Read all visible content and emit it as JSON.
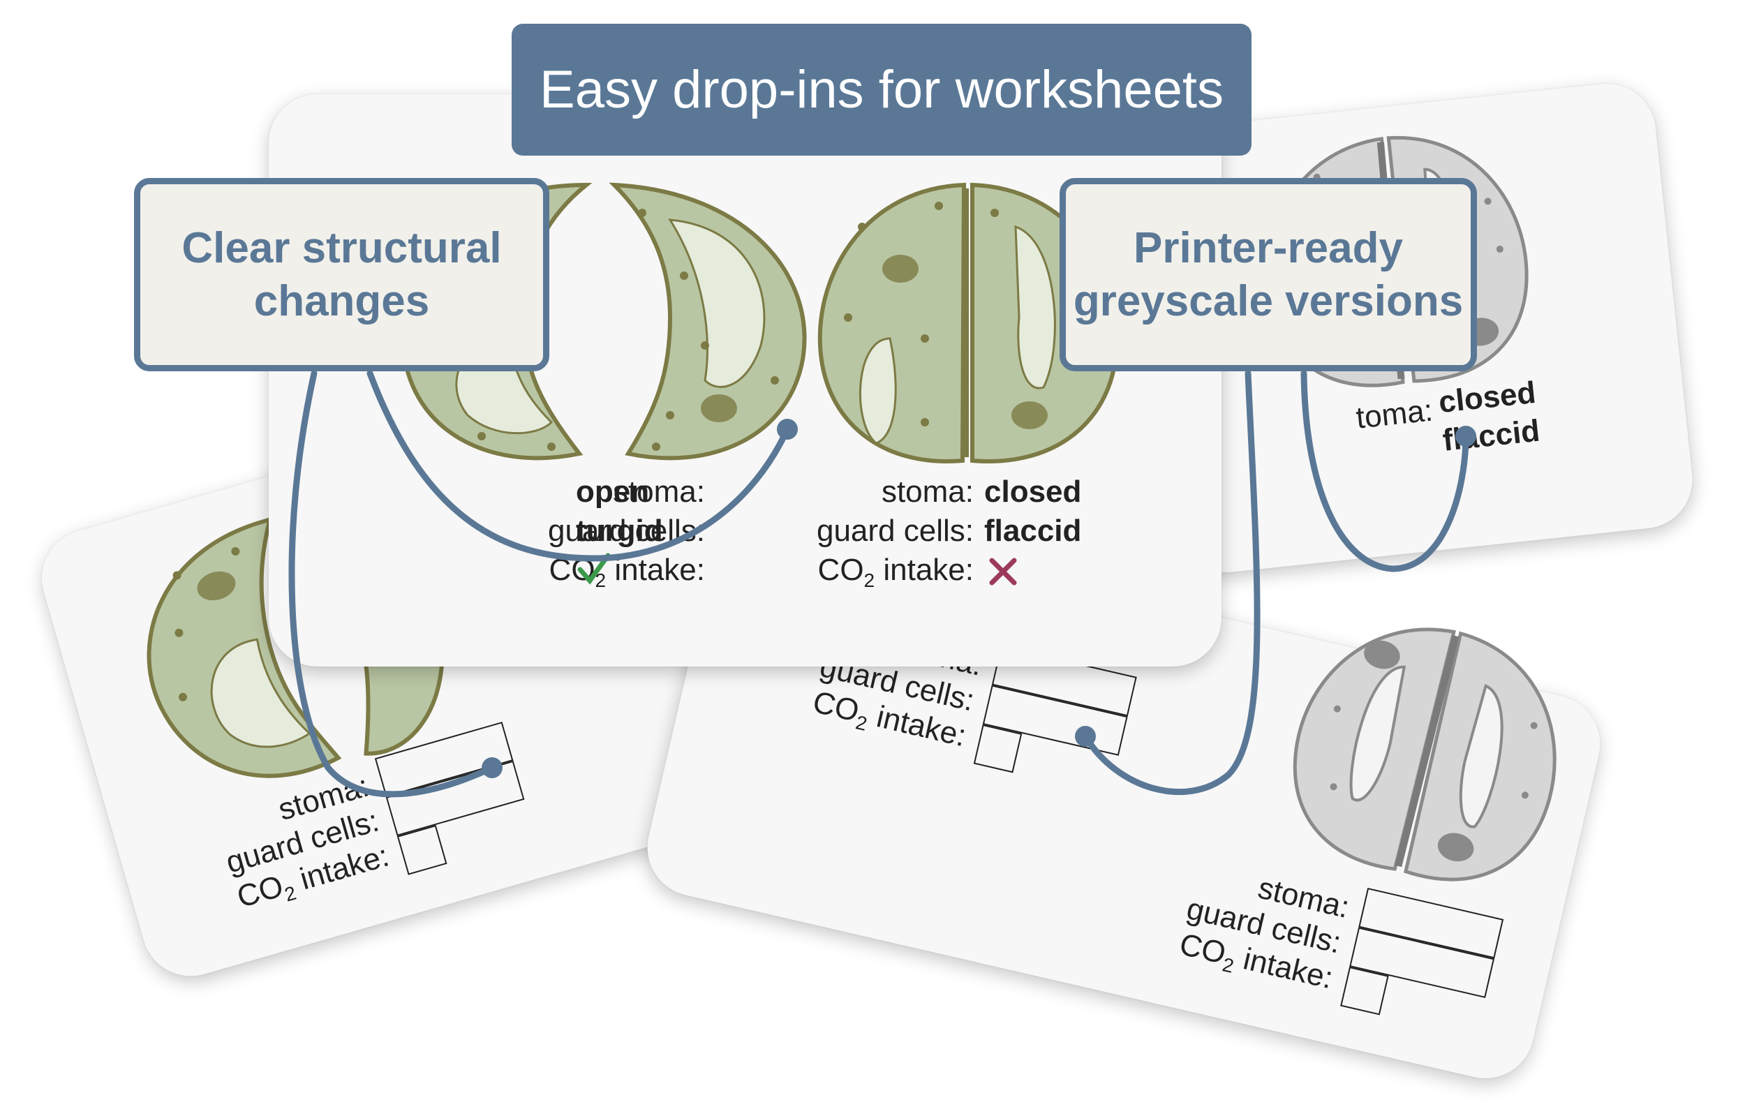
{
  "banner": {
    "title": "Easy drop-ins for worksheets"
  },
  "callouts": {
    "structural": "Clear structural changes",
    "greyscale": "Printer-ready greyscale versions"
  },
  "main_card": {
    "open_stoma": {
      "labels": {
        "stoma": "stoma:",
        "guard_cells": "guard cells:",
        "co2_prefix": "CO",
        "co2_sub": "2",
        "co2_suffix": " intake:"
      },
      "values": {
        "stoma": "open",
        "guard_cells": "turgid",
        "co2_icon": "check-icon"
      }
    },
    "closed_stoma": {
      "labels": {
        "stoma": "stoma:",
        "guard_cells": "guard cells:",
        "co2_prefix": "CO",
        "co2_sub": "2",
        "co2_suffix": " intake:"
      },
      "values": {
        "stoma": "closed",
        "guard_cells": "flaccid",
        "co2_icon": "cross-icon"
      }
    }
  },
  "worksheet_left": {
    "labels": {
      "stoma": "stoma:",
      "guard_cells": "guard cells:",
      "co2_prefix": "CO",
      "co2_sub": "2",
      "co2_suffix": " intake:"
    },
    "partial_label": "gu"
  },
  "worksheet_right": {
    "left_labels": {
      "stoma": "stoma:",
      "guard_cells": "guard cells:",
      "co2_prefix": "CO",
      "co2_sub": "2",
      "co2_suffix": " intake:"
    },
    "right_labels": {
      "stoma": "stoma:",
      "guard_cells": "guard cells:",
      "co2_prefix": "CO",
      "co2_sub": "2",
      "co2_suffix": " intake:"
    }
  },
  "greyscale_card": {
    "label_partial": "toma:",
    "values": {
      "stoma": "closed",
      "guard_cells": "flaccid"
    }
  },
  "colors": {
    "accent": "#5a7896",
    "callout_bg": "#f2f0eb",
    "cell_green_fill": "#b9c6a3",
    "cell_green_stroke": "#7c7a45",
    "vacuole_green": "#e6ecdc",
    "cell_grey_fill": "#d6d6d6",
    "cell_grey_stroke": "#8a8a8a",
    "check": "#3a9a4a",
    "cross": "#9c3a5c"
  }
}
